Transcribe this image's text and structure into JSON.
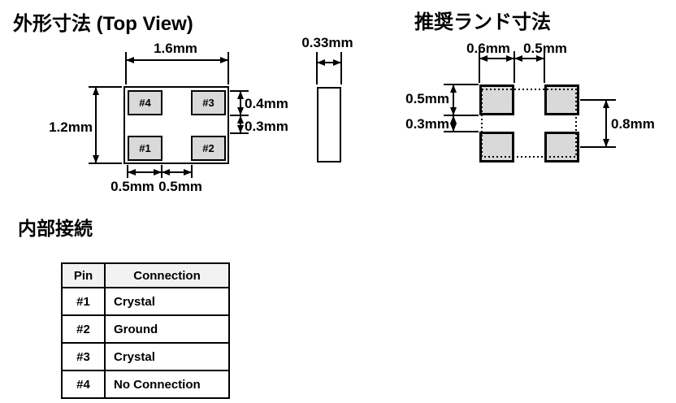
{
  "colors": {
    "background": "#ffffff",
    "pad_fill": "#d9d9d9",
    "table_header_bg": "#f2f2f2",
    "line": "#000000"
  },
  "outline_view": {
    "title": "外形寸法 (Top View)",
    "dims": {
      "width": "1.6mm",
      "height": "1.2mm",
      "pad_height": "0.4mm",
      "pad_gap_vertical": "0.3mm",
      "pad_width": "0.5mm",
      "pad_gap_horizontal": "0.5mm"
    },
    "pads": [
      {
        "label": "#4"
      },
      {
        "label": "#3"
      },
      {
        "label": "#1"
      },
      {
        "label": "#2"
      }
    ]
  },
  "side_view": {
    "dims": {
      "thickness": "0.33mm"
    }
  },
  "land_pattern": {
    "title": "推奨ランド寸法",
    "dims": {
      "pad_width": "0.6mm",
      "pad_gap_horizontal": "0.5mm",
      "pad_height": "0.5mm",
      "pad_gap_vertical": "0.3mm",
      "pad_pitch_vertical": "0.8mm"
    }
  },
  "internal_connection": {
    "title": "内部接続",
    "table": {
      "headers": [
        "Pin",
        "Connection"
      ],
      "rows": [
        [
          "#1",
          "Crystal"
        ],
        [
          "#2",
          "Ground"
        ],
        [
          "#3",
          "Crystal"
        ],
        [
          "#4",
          "No Connection"
        ]
      ]
    }
  }
}
